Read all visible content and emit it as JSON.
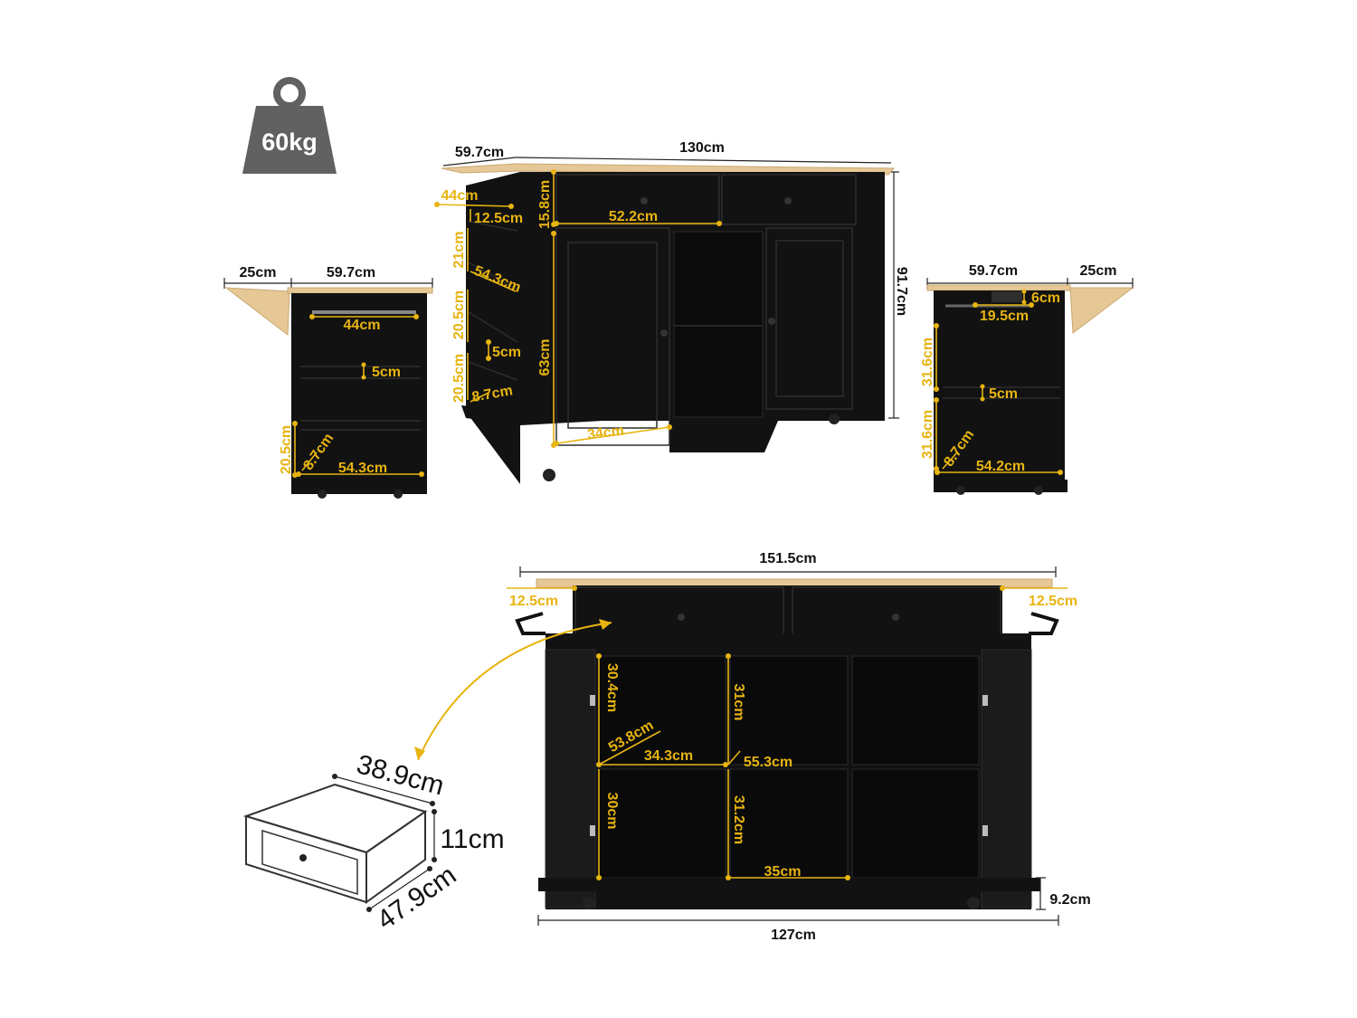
{
  "weight": {
    "label": "60kg",
    "icon": "weight-icon"
  },
  "front_view": {
    "width_label": "130cm",
    "depth_label": "59.7cm",
    "height_label": "91.7cm",
    "towel_bar": "44cm",
    "side_margin": "12.5cm",
    "drawer_height": "15.8cm",
    "drawer_width": "52.2cm",
    "shelf_h1": "21cm",
    "shelf_depth": "54.3cm",
    "shelf_h2": "20.5cm",
    "shelf_gap": "5cm",
    "shelf_h3": "20.5cm",
    "shelf_inset": "8.7cm",
    "cabinet_height": "63cm",
    "door_width": "34cm"
  },
  "left_side_view": {
    "leaf_label": "25cm",
    "depth_label": "59.7cm",
    "bar_label": "44cm",
    "gap_label": "5cm",
    "height_label": "20.5cm",
    "inset_label": "8.7cm",
    "depth_inner": "54.3cm"
  },
  "right_side_view": {
    "depth_label": "59.7cm",
    "leaf_label": "25cm",
    "outlet_label": "6cm",
    "outlet_width": "19.5cm",
    "upper_height": "31.6cm",
    "gap_label": "5cm",
    "lower_height": "31.6cm",
    "inset_label": "8.7cm",
    "depth_inner": "54.2cm"
  },
  "open_view": {
    "total_width": "151.5cm",
    "left_margin": "12.5cm",
    "right_margin": "12.5cm",
    "left_compartment_h": "30.4cm",
    "depth": "53.8cm",
    "left_width": "34.3cm",
    "center_upper_h": "31cm",
    "center_depth": "55.3cm",
    "center_lower_h": "31.2cm",
    "left_lower_h": "30cm",
    "center_width": "35cm",
    "clearance": "9.2cm",
    "body_width": "127cm"
  },
  "drawer_detail": {
    "width": "38.9cm",
    "height": "11cm",
    "depth": "47.9cm"
  },
  "colors": {
    "accent": "#e7b411",
    "cabinet": "#121212",
    "top": "#e6c896"
  }
}
